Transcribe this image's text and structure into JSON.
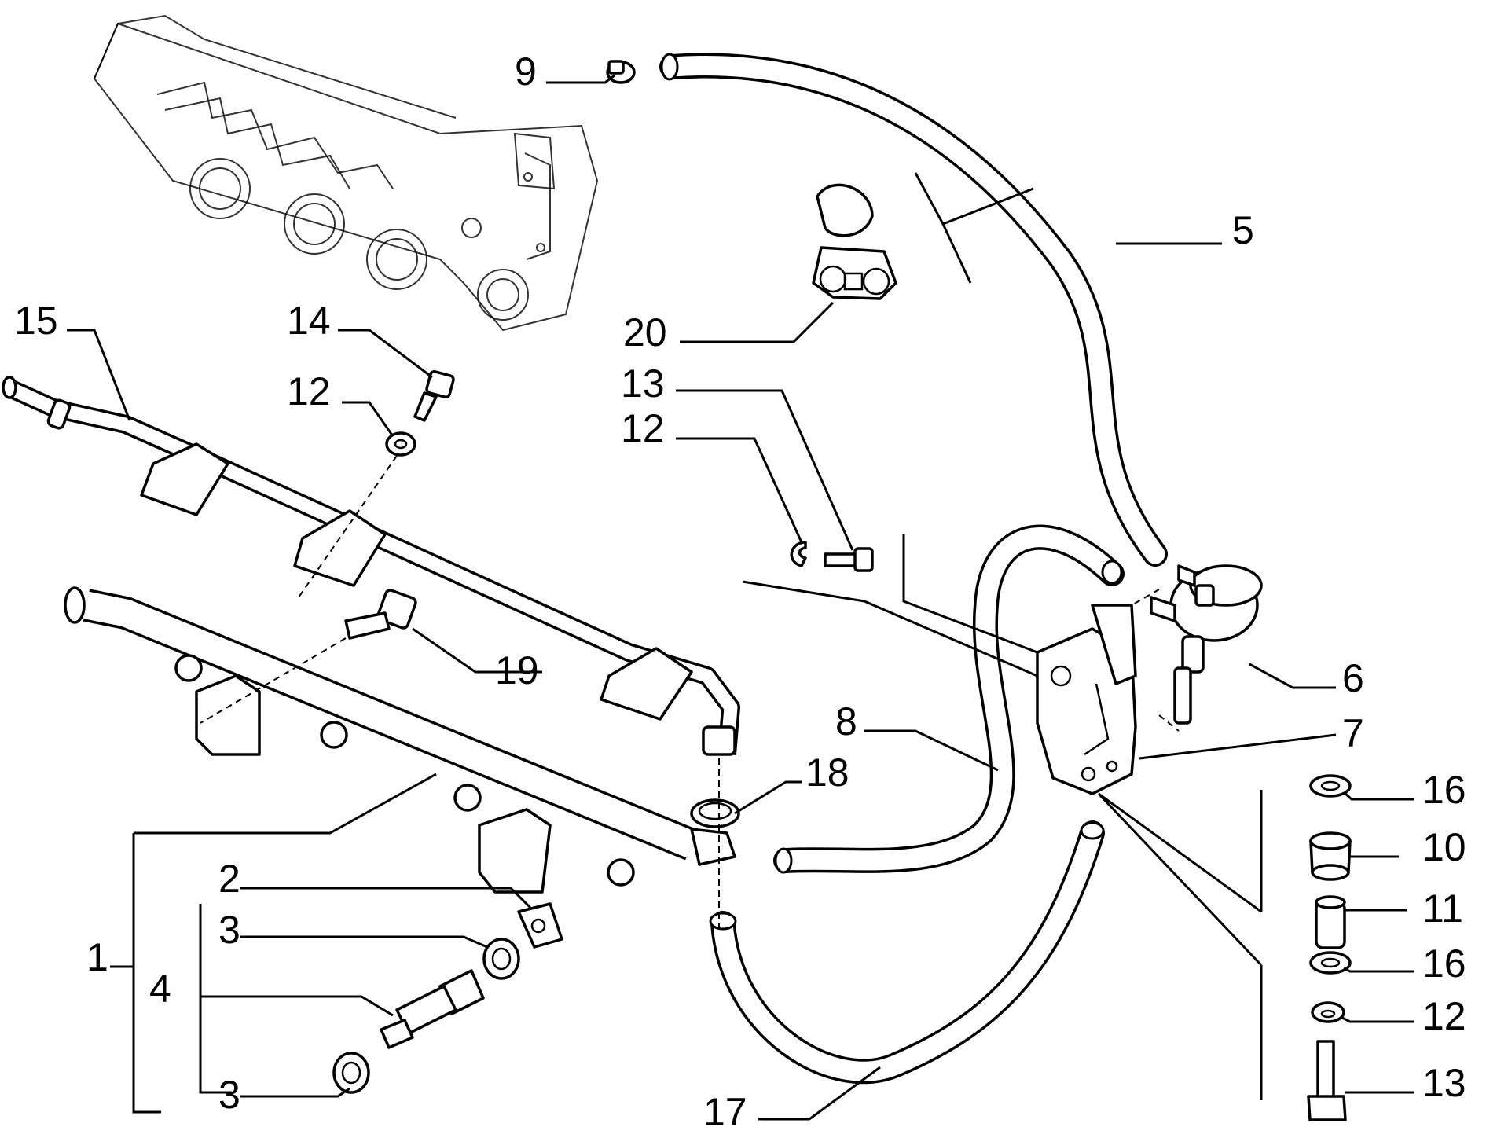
{
  "callouts": [
    {
      "id": "c9",
      "text": "9"
    },
    {
      "id": "c5",
      "text": "5"
    },
    {
      "id": "c20",
      "text": "20"
    },
    {
      "id": "c15",
      "text": "15"
    },
    {
      "id": "c14",
      "text": "14"
    },
    {
      "id": "c12a",
      "text": "12"
    },
    {
      "id": "c13a",
      "text": "13"
    },
    {
      "id": "c12b",
      "text": "12"
    },
    {
      "id": "c6",
      "text": "6"
    },
    {
      "id": "c19",
      "text": "19"
    },
    {
      "id": "c8",
      "text": "8"
    },
    {
      "id": "c7",
      "text": "7"
    },
    {
      "id": "c18",
      "text": "18"
    },
    {
      "id": "c16a",
      "text": "16"
    },
    {
      "id": "c10",
      "text": "10"
    },
    {
      "id": "c11",
      "text": "11"
    },
    {
      "id": "c16b",
      "text": "16"
    },
    {
      "id": "c12c",
      "text": "12"
    },
    {
      "id": "c13b",
      "text": "13"
    },
    {
      "id": "c1",
      "text": "1"
    },
    {
      "id": "c2",
      "text": "2"
    },
    {
      "id": "c3a",
      "text": "3"
    },
    {
      "id": "c4",
      "text": "4"
    },
    {
      "id": "c3b",
      "text": "3"
    },
    {
      "id": "c17",
      "text": "17"
    }
  ]
}
